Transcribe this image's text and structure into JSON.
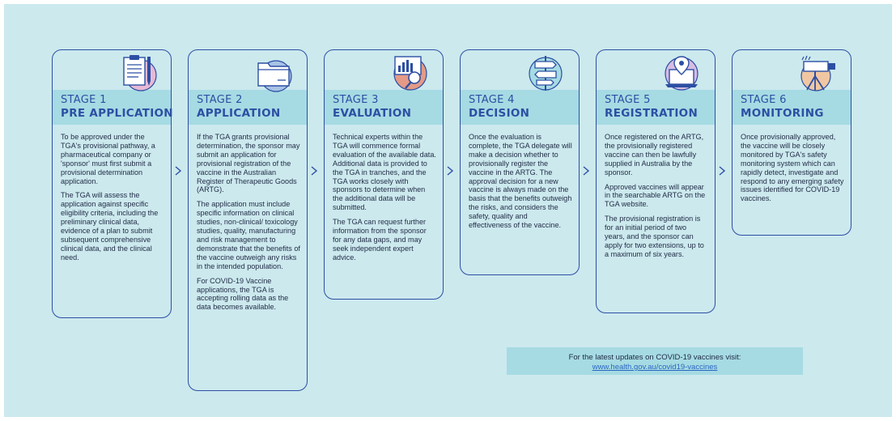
{
  "stages": [
    {
      "number": "STAGE 1",
      "title": "PRE APPLICATION",
      "icon": "clipboard-icon",
      "paragraphs": [
        "To be approved under the TGA's provisional pathway, a pharmaceutical company or 'sponsor' must first submit a provisional determination application.",
        "The TGA will assess the application against specific eligibility criteria, including the preliminary clinical data, evidence of a plan to submit subsequent comprehensive clinical data, and the clinical need."
      ]
    },
    {
      "number": "STAGE 2",
      "title": "APPLICATION",
      "icon": "folder-icon",
      "paragraphs": [
        "If the TGA grants provisional determination, the sponsor may submit an application for provisional registration of the vaccine in the Australian Register of Therapeutic Goods (ARTG).",
        "The application must include specific information on clinical studies, non-clinical/ toxicology studies, quality, manufacturing and risk management to demonstrate that the benefits of the vaccine outweigh any risks in the intended population.",
        "For COVID-19 Vaccine applications, the TGA is accepting rolling data as the data becomes available."
      ]
    },
    {
      "number": "STAGE 3",
      "title": "EVALUATION",
      "icon": "magnifier-chart-icon",
      "paragraphs": [
        "Technical experts within the TGA will commence formal evaluation of the available data. Additional data is provided to the TGA in tranches, and the TGA works closely with sponsors to determine when the additional data will be submitted.",
        "The TGA can request further information from the sponsor for any data gaps, and may seek independent expert advice."
      ]
    },
    {
      "number": "STAGE 4",
      "title": "DECISION",
      "icon": "signpost-icon",
      "paragraphs": [
        "Once the evaluation is complete, the TGA delegate will make a decision whether to provisionally register the vaccine in the ARTG. The approval decision for a new vaccine is always made on the basis that the benefits outweigh the risks, and considers the safety, quality and effectiveness of the vaccine."
      ]
    },
    {
      "number": "STAGE 5",
      "title": "REGISTRATION",
      "icon": "laptop-pin-icon",
      "paragraphs": [
        "Once registered on the ARTG, the provisionally registered vaccine can then be lawfully supplied in Australia by the sponsor.",
        "Approved vaccines will appear in the searchable ARTG on the TGA website.",
        "The provisional registration is for an initial period of two years, and the sponsor can apply for two extensions, up to a maximum of six years."
      ]
    },
    {
      "number": "STAGE 6",
      "title": "MONITORING",
      "icon": "camera-tripod-icon",
      "paragraphs": [
        "Once provisionally approved, the vaccine will be closely monitored by TGA's safety monitoring system which can rapidly detect, investigate and respond to any emerging safety issues identified for COVID-19 vaccines."
      ]
    }
  ],
  "footer": {
    "text": "For the latest updates on COVID-19 vaccines visit:",
    "link": "www.health.gov.au/covid19-vaccines"
  },
  "colors": {
    "background": "#cce9ee",
    "band": "#a6dbe3",
    "accent": "#2c4fa3",
    "link": "#2b66c2"
  }
}
